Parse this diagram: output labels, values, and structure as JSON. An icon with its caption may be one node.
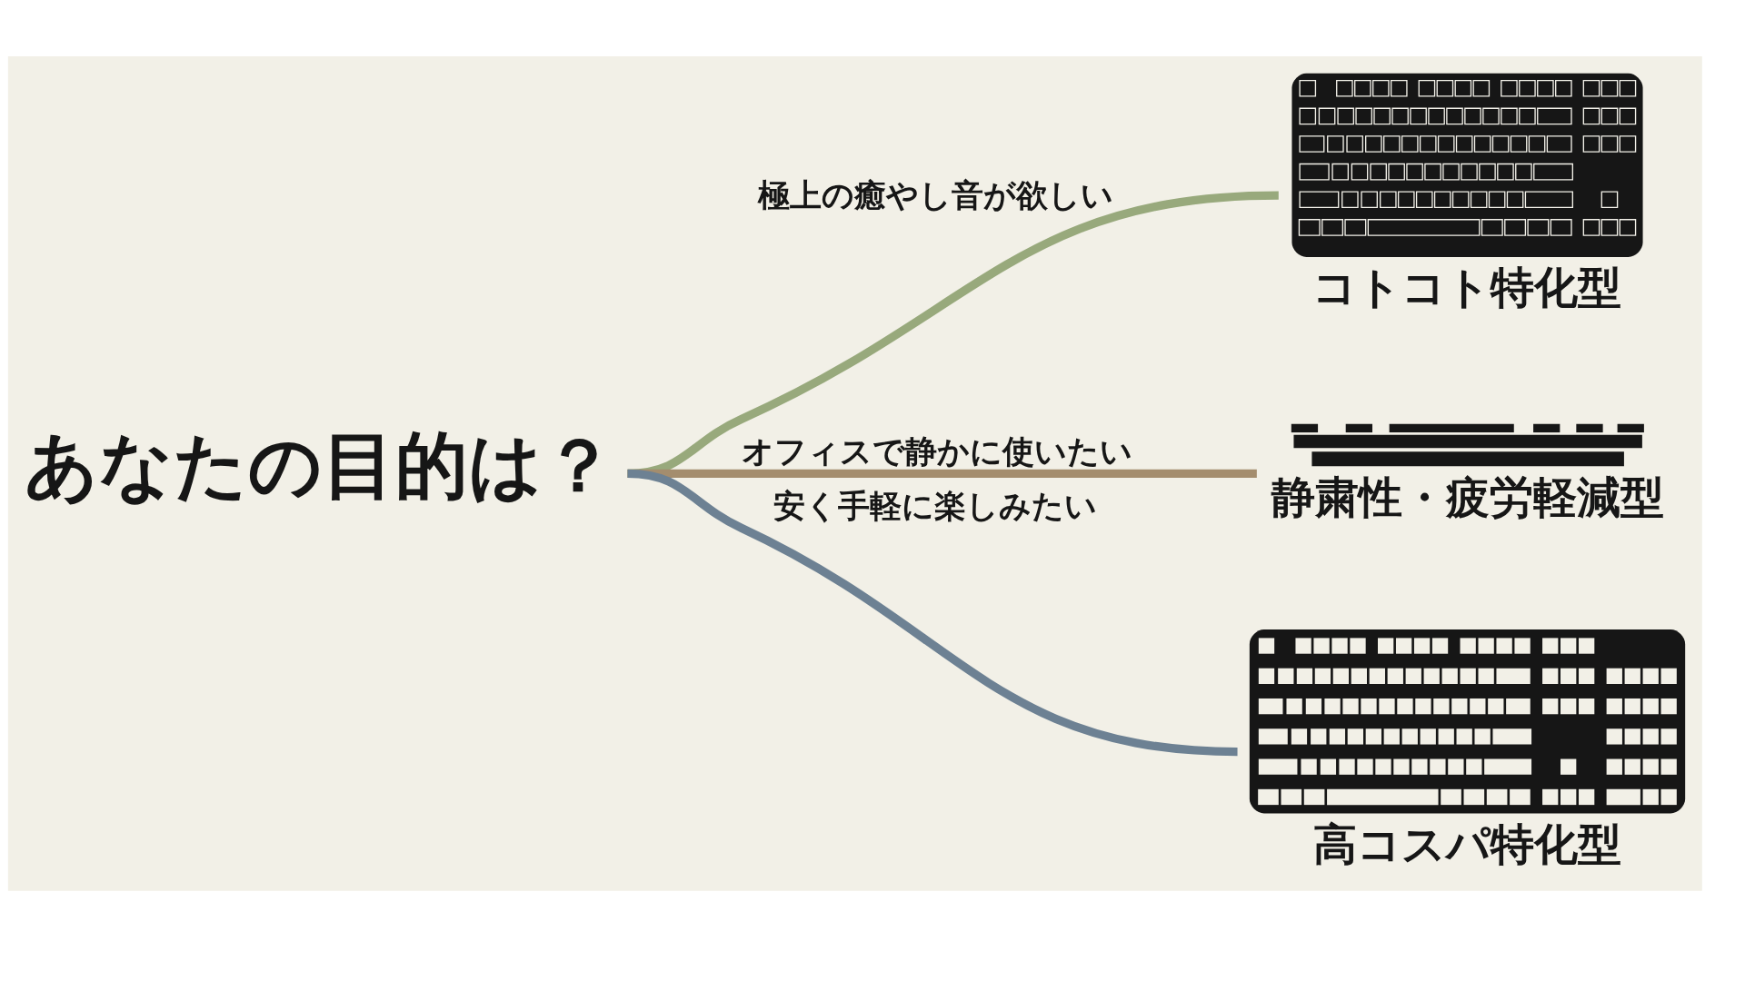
{
  "diagram": {
    "nodes": [
      {
        "text": [
          "あなたの目的は？"
        ]
      },
      {
        "text": [],
        "shape": "picture",
        "beside": [
          "コトコト特化型"
        ]
      },
      {
        "text": [],
        "shape": "picture",
        "beside": [
          "静粛性・疲労軽減型"
        ]
      },
      {
        "text": [],
        "shape": "picture",
        "beside": [
          "高コスパ特化型"
        ]
      }
    ],
    "edges": [
      {
        "from": 0,
        "to": 1,
        "arrow": "none",
        "label": "極上の癒やし音が欲しい",
        "color": "#98a97c"
      },
      {
        "from": 0,
        "to": 2,
        "arrow": "none",
        "label": "オフィスで静かに使いたい",
        "color": "#a48d6e"
      },
      {
        "from": 0,
        "to": 3,
        "arrow": "none",
        "label": "安く手軽に楽しみたい",
        "color": "#6d8193"
      }
    ]
  }
}
